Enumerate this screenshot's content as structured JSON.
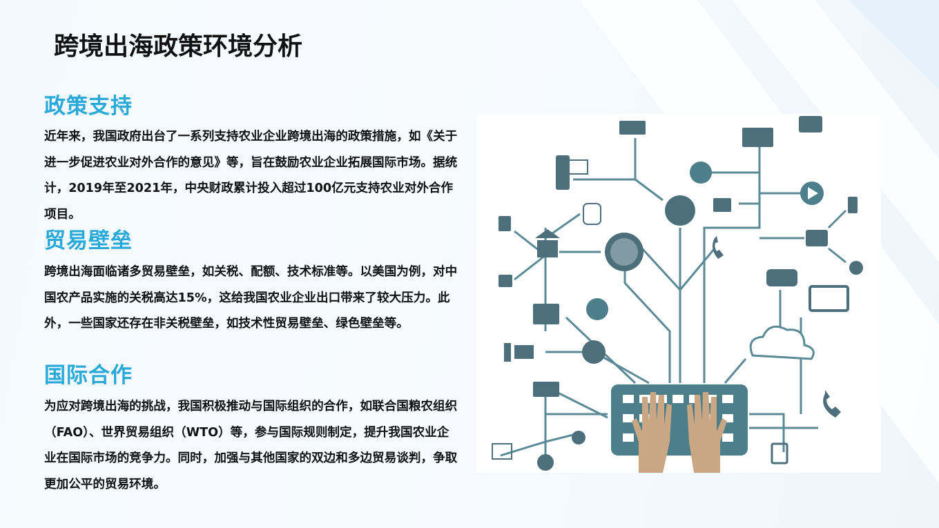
{
  "title": "跨境出海政策环境分析",
  "sections": [
    {
      "heading": "政策支持",
      "body": "近年来，我国政府出台了一系列支持农业企业跨境出海的政策措施，如《关于进一步促进农业对外合作的意见》等，旨在鼓励农业企业拓展国际市场。据统计，2019年至2021年，中央财政累计投入超过100亿元支持农业对外合作项目。"
    },
    {
      "heading": "贸易壁垒",
      "body": "跨境出海面临诸多贸易壁垒，如关税、配额、技术标准等。以美国为例，对中国农产品实施的关税高达15%，这给我国农业企业出口带来了较大压力。此外，一些国家还存在非关税壁垒，如技术性贸易壁垒、绿色壁垒等。"
    },
    {
      "heading": "国际合作",
      "body": "为应对跨境出海的挑战，我国积极推动与国际组织的合作，如联合国粮农组织（FAO）、世界贸易组织（WTO）等，参与国际规则制定，提升我国农业企业在国际市场的竞争力。同时，加强与其他国家的双边和多边贸易谈判，争取更加公平的贸易环境。"
    }
  ],
  "colors": {
    "heading": "#29a9d9",
    "line": "#5b8a97",
    "keyboard": "#4d7f8b",
    "hands": "#c9a785"
  }
}
